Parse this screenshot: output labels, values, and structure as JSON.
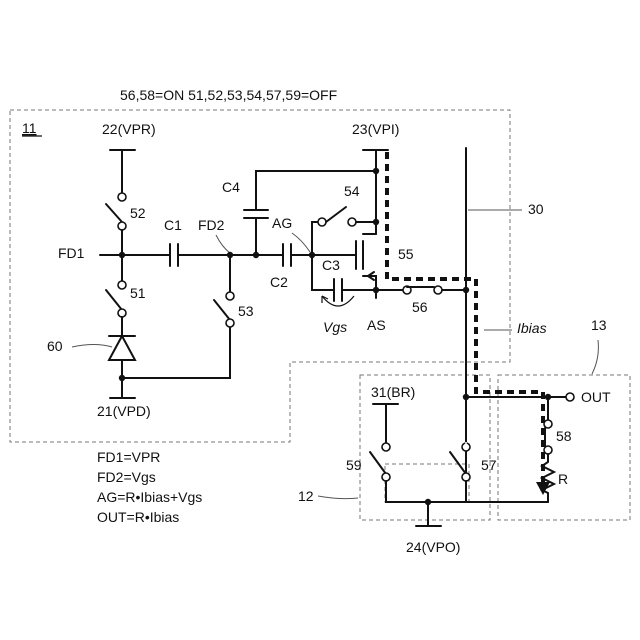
{
  "header": "56,58=ON  51,52,53,54,57,59=OFF",
  "labels": {
    "block11": "11",
    "vpr": "22(VPR)",
    "vpi": "23(VPI)",
    "vpd": "21(VPD)",
    "br": "31(BR)",
    "vpo": "24(VPO)",
    "fd1": "FD1",
    "fd2": "FD2",
    "ag": "AG",
    "as": "AS",
    "out": "OUT",
    "c1": "C1",
    "c2": "C2",
    "c3": "C3",
    "c4": "C4",
    "vgs": "Vgs",
    "ibias": "Ibias",
    "r": "R",
    "sw52": "52",
    "sw51": "51",
    "sw53": "53",
    "sw54": "54",
    "tr55": "55",
    "sw56": "56",
    "sw57": "57",
    "sw58": "58",
    "sw59": "59",
    "diode60": "60",
    "line30": "30",
    "block12": "12",
    "block13": "13"
  },
  "equations": [
    "FD1=VPR",
    "FD2=Vgs",
    "AG=R•Ibias+Vgs",
    "OUT=R•Ibias"
  ]
}
